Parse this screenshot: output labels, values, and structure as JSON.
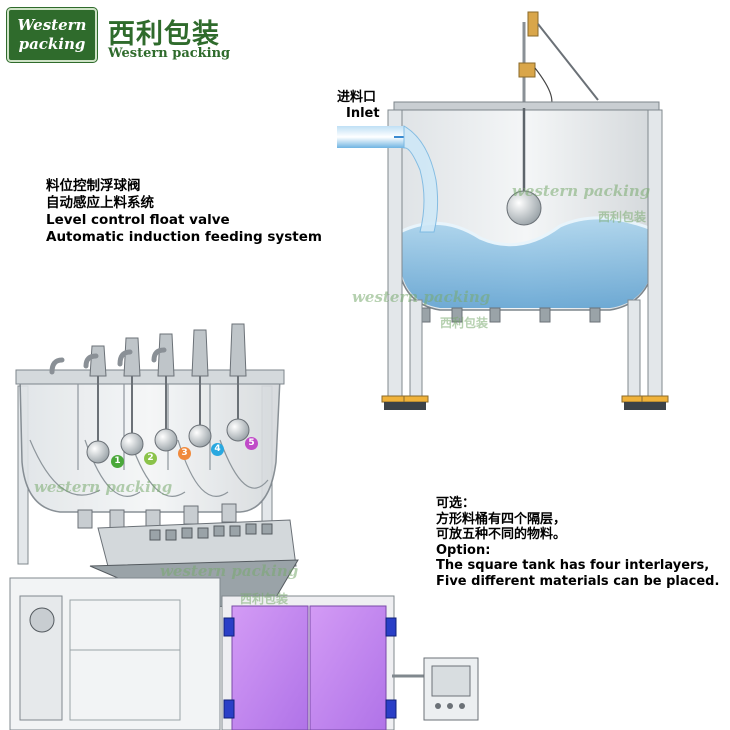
{
  "logo": {
    "line1": "Western",
    "line2": "packing",
    "cn": "西利包装",
    "en": "Western packing"
  },
  "inlet": {
    "cn": "进料口",
    "en": "Inlet"
  },
  "float_valve": {
    "line1": "料位控制浮球阀",
    "line2": "自动感应上料系统",
    "line3": "Level control float valve",
    "line4": "Automatic induction feeding system"
  },
  "option": {
    "line1": "可选：",
    "line2": "方形料桶有四个隔层，",
    "line3": "可放五种不同的物料。",
    "line4": "Option:",
    "line5": "The square tank has four interlayers,",
    "line6": "Five different materials can be placed."
  },
  "watermark": {
    "en": "western packing",
    "cn": "西利包装"
  },
  "compartments": [
    {
      "number": "1",
      "color": "#4aa83a"
    },
    {
      "number": "2",
      "color": "#8bc34a"
    },
    {
      "number": "3",
      "color": "#f08a3c"
    },
    {
      "number": "4",
      "color": "#29a8e0"
    },
    {
      "number": "5",
      "color": "#c04ac8"
    }
  ],
  "colors": {
    "brand_green": "#2f6b2c",
    "water_blue": "#8fc6e6",
    "door_purple": "#c98af0",
    "clamp_blue": "#2a3fc7"
  }
}
